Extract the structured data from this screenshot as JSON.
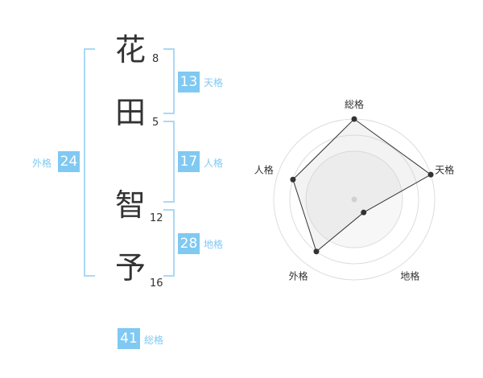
{
  "name_chars": [
    {
      "char": "花",
      "strokes": "8"
    },
    {
      "char": "田",
      "strokes": "5"
    },
    {
      "char": "智",
      "strokes": "12"
    },
    {
      "char": "予",
      "strokes": "16"
    }
  ],
  "fortunes": {
    "tenkaku": {
      "value": "13",
      "label": "天格"
    },
    "jinkaku": {
      "value": "17",
      "label": "人格"
    },
    "chikaku": {
      "value": "28",
      "label": "地格"
    },
    "gaikaku": {
      "value": "24",
      "label": "外格"
    },
    "soukaku": {
      "value": "41",
      "label": "総格"
    }
  },
  "colors": {
    "accent": "#7fc9f2",
    "bracket": "#a9d9f5",
    "text": "#333333"
  },
  "chart_data": {
    "type": "radar",
    "axes": [
      "総格",
      "天格",
      "地格",
      "外格",
      "人格"
    ],
    "values": [
      5,
      5,
      1,
      4,
      4
    ],
    "range": [
      0,
      5
    ],
    "rings": 5
  }
}
